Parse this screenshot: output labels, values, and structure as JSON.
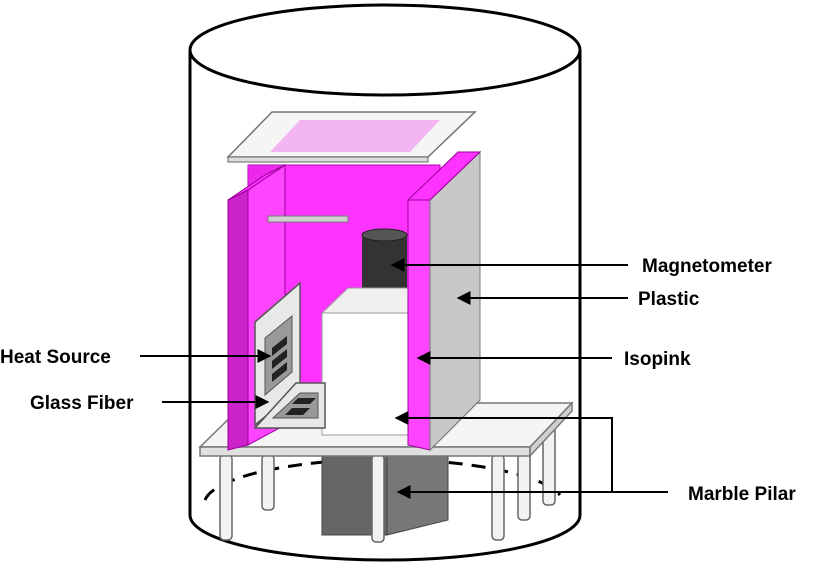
{
  "labels": {
    "magnetometer": "Magnetometer",
    "plastic": "Plastic",
    "isopink": "Isopink",
    "heat_source": "Heat Source",
    "glass_fiber": "Glass Fiber",
    "marble_pilar": "Marble Pilar"
  },
  "colors": {
    "isopink": "#ff33ff",
    "isopink_dark": "#cc22cc",
    "plastic": "#c8c8c8",
    "marble": "#666666",
    "magnetometer": "#333333",
    "glass": "#ececec",
    "line": "#000000"
  }
}
